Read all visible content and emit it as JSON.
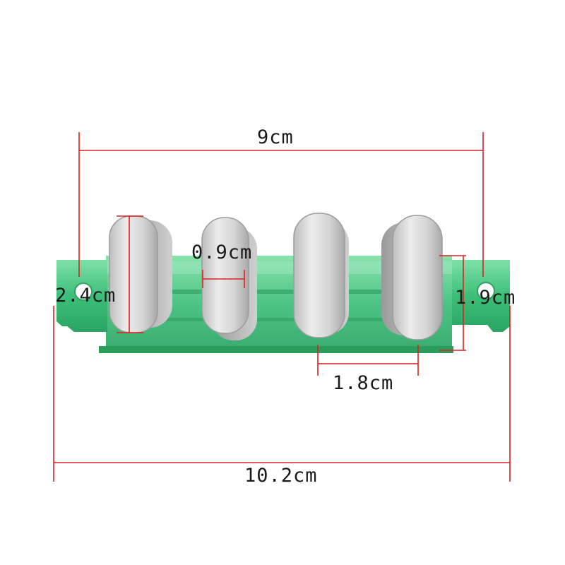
{
  "dimensions": {
    "overall_width": "9cm",
    "total_length": "10.2cm",
    "button_height": "2.4cm",
    "button_width": "0.9cm",
    "button_spacing": "1.8cm",
    "base_height": "1.9cm"
  },
  "colors": {
    "dimension_line": "#e02020",
    "base_green": "#3cc07a",
    "button_silver": "#d8d8d8"
  }
}
